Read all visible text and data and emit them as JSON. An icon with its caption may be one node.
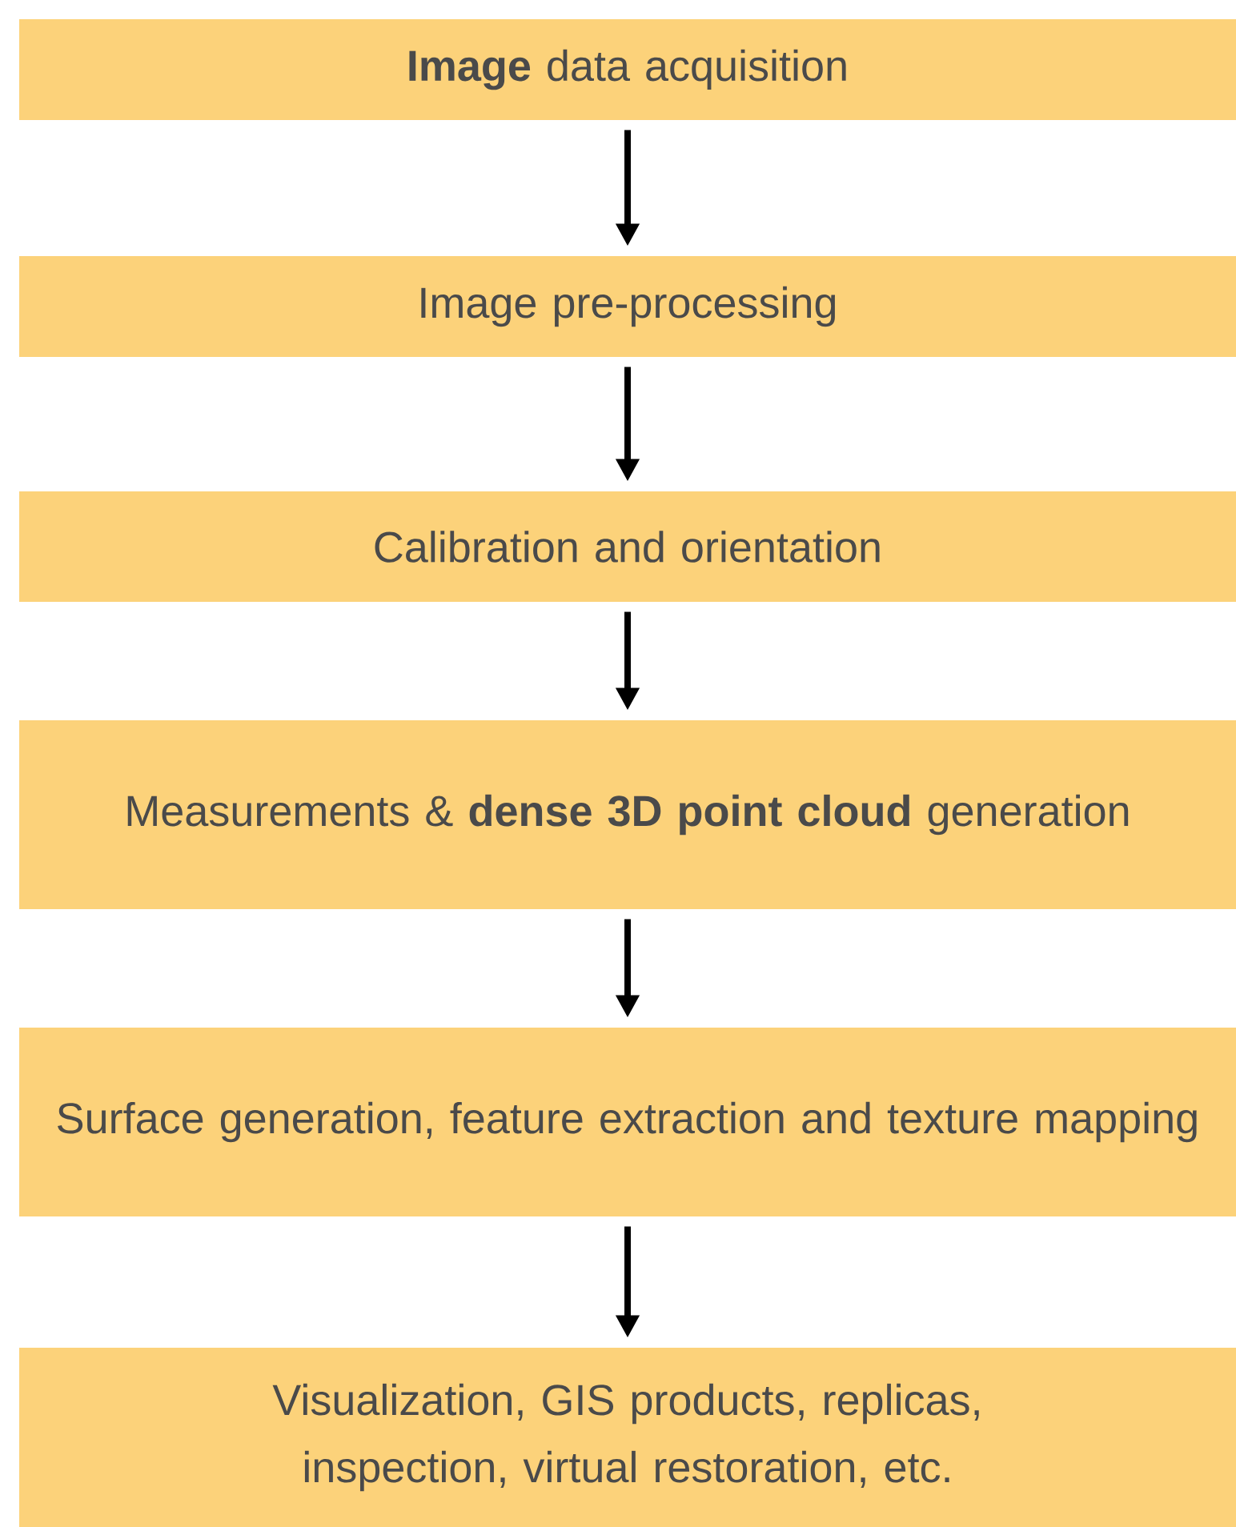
{
  "diagram": {
    "nodes": [
      {
        "text": [
          "**Image** data acquisition"
        ]
      },
      {
        "text": [
          "Image pre-processing"
        ]
      },
      {
        "text": [
          "Calibration and orientation"
        ]
      },
      {
        "text": [
          "Measurements & **dense 3D point cloud** generation"
        ]
      },
      {
        "text": [
          "Surface generation, feature extraction and texture mapping"
        ]
      },
      {
        "text": [
          "Visualization, GIS products, replicas, inspection, virtual restoration, etc."
        ]
      }
    ],
    "edges": [
      {
        "from": 0,
        "to": 1,
        "arrow": "to"
      },
      {
        "from": 1,
        "to": 2,
        "arrow": "to"
      },
      {
        "from": 2,
        "to": 3,
        "arrow": "to"
      },
      {
        "from": 3,
        "to": 4,
        "arrow": "to"
      },
      {
        "from": 4,
        "to": 5,
        "arrow": "to"
      }
    ]
  }
}
